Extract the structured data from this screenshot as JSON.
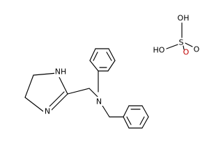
{
  "molecule": {
    "atoms": {
      "nh": "NH",
      "n_ring": "N",
      "n_amine": "N"
    }
  },
  "sulfuric_acid": {
    "oh_top": "OH",
    "oh_left": "HO",
    "s": "S",
    "o_right": "O",
    "o_bottom": "O"
  },
  "colors": {
    "bond": "#000000",
    "oxygen_highlight": "#c00000"
  }
}
